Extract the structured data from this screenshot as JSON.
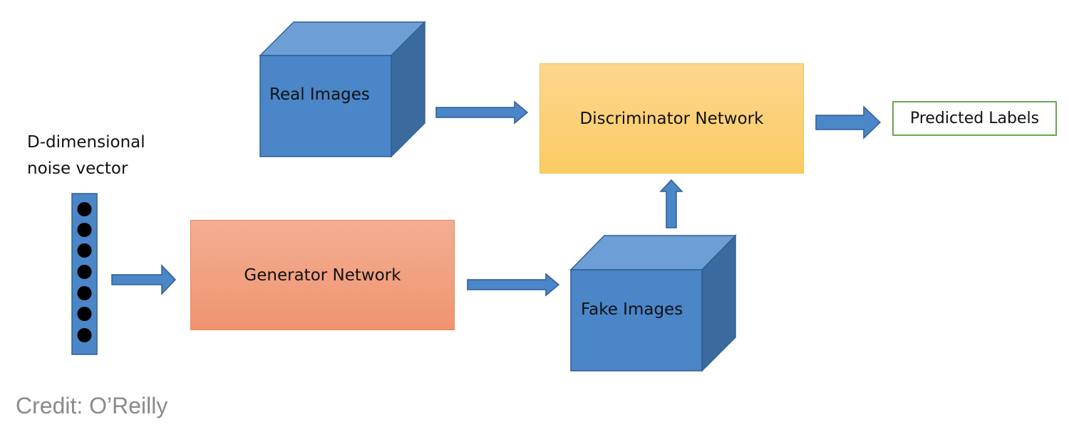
{
  "noise": {
    "label_line1": "D-dimensional",
    "label_line2": "noise vector",
    "dot_count": 7
  },
  "nodes": {
    "real_images": "Real Images",
    "fake_images": "Fake Images",
    "generator": "Generator Network",
    "discriminator": "Discriminator Network",
    "predicted_labels": "Predicted Labels"
  },
  "credit": "Credit: O’Reilly",
  "colors": {
    "cube_front": "#4a86c8",
    "cube_top": "#6d9fd6",
    "cube_side": "#3a6a9e",
    "arrow": "#4a86c8",
    "generator_fill": "#f0a083",
    "discriminator_fill": "#fdd07a",
    "predicted_border": "#6aa84f"
  }
}
